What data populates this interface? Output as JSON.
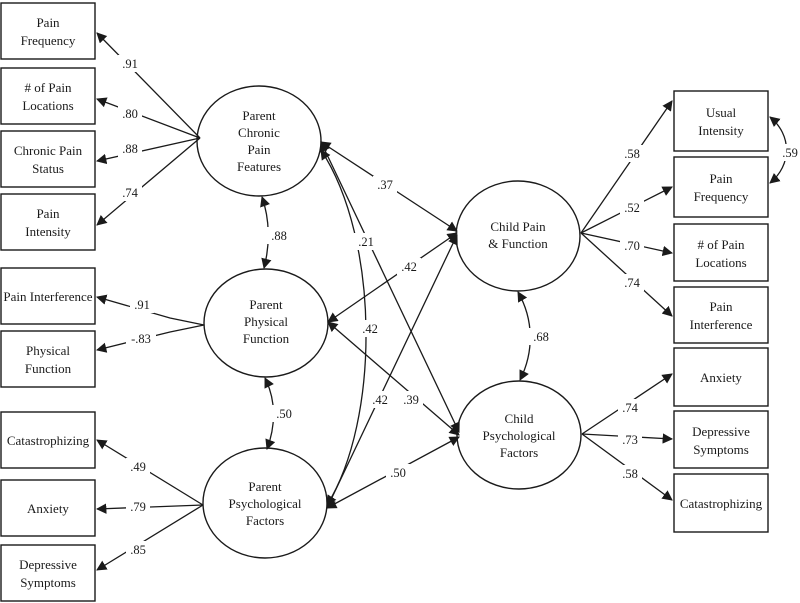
{
  "left_indicators": {
    "pain_frequency": [
      "Pain",
      "Frequency"
    ],
    "pain_locations": [
      "# of Pain",
      "Locations"
    ],
    "chronic_pain_status": [
      "Chronic Pain",
      "Status"
    ],
    "pain_intensity": [
      "Pain",
      "Intensity"
    ],
    "pain_interference": [
      "Pain Interference"
    ],
    "physical_function": [
      "Physical",
      "Function"
    ],
    "catastrophizing": [
      "Catastrophizing"
    ],
    "anxiety": [
      "Anxiety"
    ],
    "depressive_symptoms": [
      "Depressive",
      "Symptoms"
    ]
  },
  "right_indicators": {
    "usual_intensity": [
      "Usual",
      "Intensity"
    ],
    "pain_frequency": [
      "Pain",
      "Frequency"
    ],
    "pain_locations": [
      "# of Pain",
      "Locations"
    ],
    "pain_interference": [
      "Pain",
      "Interference"
    ],
    "anxiety": [
      "Anxiety"
    ],
    "depressive_symptoms": [
      "Depressive",
      "Symptoms"
    ],
    "catastrophizing": [
      "Catastrophizing"
    ]
  },
  "latents": {
    "parent_chronic_pain": [
      "Parent",
      "Chronic",
      "Pain",
      "Features"
    ],
    "parent_physical_function": [
      "Parent",
      "Physical",
      "Function"
    ],
    "parent_psychological": [
      "Parent",
      "Psychological",
      "Factors"
    ],
    "child_pain_function": [
      "Child Pain",
      "& Function"
    ],
    "child_psychological": [
      "Child",
      "Psychological",
      "Factors"
    ]
  },
  "coefficients": {
    "load_pain_frequency": ".91",
    "load_pain_locations": ".80",
    "load_chronic_pain_status": ".88",
    "load_pain_intensity": ".74",
    "load_pain_interference": ".91",
    "load_physical_function": "-.83",
    "load_catastrophizing": ".49",
    "load_anxiety": ".79",
    "load_depressive": ".85",
    "cov_chronic_physical": ".88",
    "cov_physical_psych": ".50",
    "cov_chronic_psych": ".42",
    "path_chronic_childpain": ".37",
    "path_chronic_childpsych": ".21",
    "path_physical_childpain": ".42",
    "path_physical_childpsych": ".39",
    "path_psych_childpain": ".42",
    "path_psych_childpsych": ".50",
    "cov_child": ".68",
    "load_usual_intensity": ".58",
    "load_r_pain_frequency": ".52",
    "load_r_pain_locations": ".70",
    "load_r_pain_interference": ".74",
    "cov_usual_frequency": ".59",
    "load_r_anxiety": ".74",
    "load_r_depressive": ".73",
    "load_r_catastrophizing": ".58"
  }
}
